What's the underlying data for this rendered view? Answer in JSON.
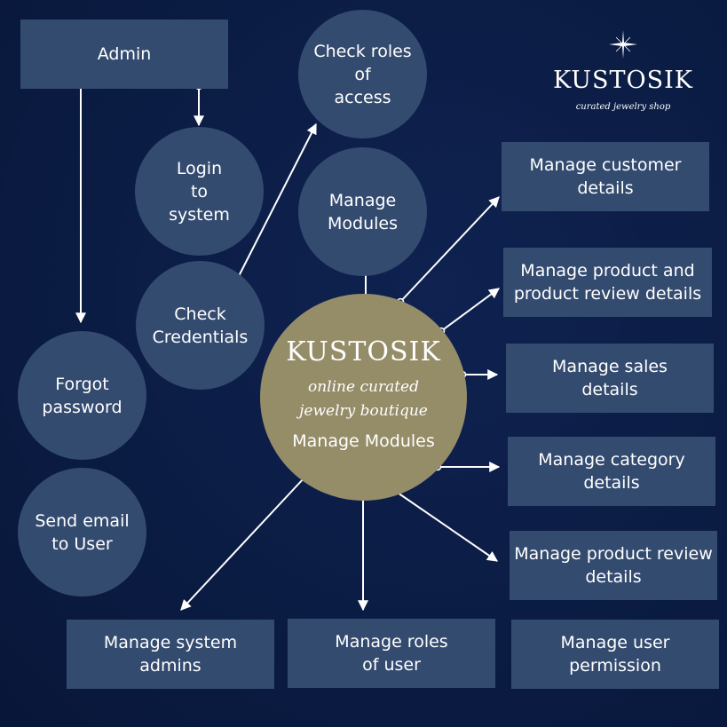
{
  "logo": {
    "name": "KUSTOSIK",
    "tagline": "curated jewelry shop"
  },
  "hub": {
    "title": "KUSTOSIK",
    "subtitle": "online curated\njewelry boutique",
    "label": "Manage Modules"
  },
  "nodes": {
    "admin": "Admin",
    "check_roles": "Check roles\nof\naccess",
    "login": "Login\nto\nsystem",
    "manage_modules": "Manage\nModules",
    "check_credentials": "Check\nCredentials",
    "forgot_password": "Forgot\npassword",
    "send_email": "Send email\nto User",
    "manage_customer": "Manage customer\ndetails",
    "manage_product": "Manage product and\nproduct review details",
    "manage_sales": "Manage sales\ndetails",
    "manage_category": "Manage category\ndetails",
    "manage_product_review": "Manage product review\ndetails",
    "manage_system_admins": "Manage system\nadmins",
    "manage_roles_user": "Manage roles\nof user",
    "manage_user_permission": "Manage user\npermission"
  },
  "colors": {
    "background": "#0b1c44",
    "node_fill": "#344b70",
    "hub_fill": "#958c68",
    "edge": "#ffffff"
  }
}
